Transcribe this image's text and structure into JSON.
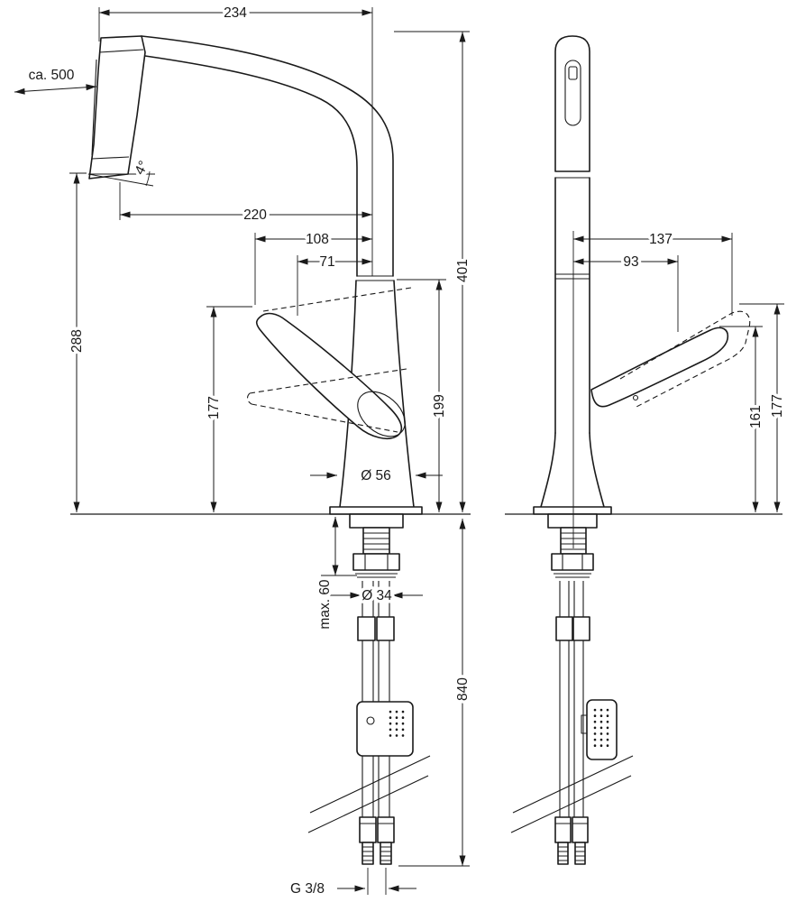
{
  "colors": {
    "line": "#1a1a1a",
    "background": "#ffffff"
  },
  "dims": {
    "d234": "234",
    "ca500": "ca. 500",
    "angle4": "4°",
    "d220": "220",
    "d108": "108",
    "d71": "71",
    "dia56": "Ø 56",
    "d401": "401",
    "d288": "288",
    "d177_left": "177",
    "d199": "199",
    "d137": "137",
    "d93": "93",
    "d161": "161",
    "d177_right": "177",
    "max60": "max. 60",
    "dia34": "Ø 34",
    "d840": "840",
    "g38": "G 3/8"
  }
}
